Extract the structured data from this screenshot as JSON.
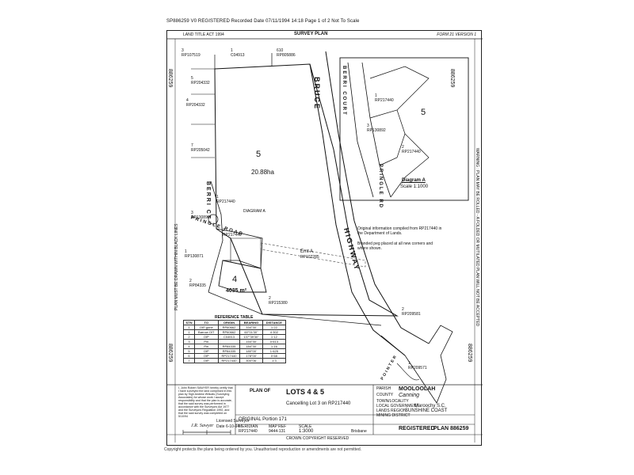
{
  "header": {
    "text": "SP886259 V0 REGISTERED Recorded Date 07/11/1994 14:18 Page 1 of 2 Not To Scale"
  },
  "sheet_top": {
    "left": "LAND TITLE ACT 1994",
    "center": "SURVEY PLAN",
    "right": "FORM 21 VERSION 1"
  },
  "side_text": {
    "left": "PLAN MUST BE DRAWN WITHIN BLACK LINES",
    "right": "WARNING : PLAN MAY BE ROLLED - A FOLDED OR MUTILATED PLAN WILL NOT BE ACCEPTED"
  },
  "grid_refs": {
    "top_right": "886259",
    "bottom_left": "886259",
    "bottom_right": "886259",
    "top_left": "886259"
  },
  "lots": {
    "main_lot": "5",
    "main_area": "20.88ha",
    "lot4": "4",
    "lot4_area": "4035 m²",
    "diagram_lot": "5"
  },
  "neighbours": {
    "rp107519": {
      "num": "3",
      "label": "RP107519"
    },
    "c04913": {
      "num": "1",
      "label": "C04913"
    },
    "rp805886": {
      "num": "610",
      "label": "RP805886"
    },
    "rp204332a": {
      "num": "5",
      "label": "RP204332"
    },
    "rp204332b": {
      "num": "4",
      "label": "RP204332"
    },
    "rp205042": {
      "num": "7",
      "label": "RP205042"
    },
    "rp217440a": {
      "num": "1",
      "label": "RP217440"
    },
    "rp130892": {
      "num": "3",
      "label": "RP130892"
    },
    "rp130871": {
      "num": "1",
      "label": "RP130871"
    },
    "rp84335": {
      "num": "2",
      "label": "RP84335"
    },
    "rp215380": {
      "num": "2",
      "label": "RP215380"
    },
    "rp217440b": {
      "num": "2",
      "label": "RP217440"
    },
    "rp209581": {
      "num": "2",
      "label": "RP209581"
    },
    "rp209571": {
      "num": "1",
      "label": "RP209571"
    },
    "diag_rp217440_1": {
      "num": "1",
      "label": "RP217440"
    },
    "diag_rp130892": {
      "num": "3",
      "label": "RP130892"
    },
    "diag_rp217440_2": {
      "num": "2",
      "label": "RP217440"
    }
  },
  "roads": {
    "bruce": "BRUCE",
    "highway": "HIGHWAY",
    "berri_ct": "BERRI CT",
    "pringle_road": "PRINGLE ROAD",
    "berri_court": "BERRI COURT",
    "pringle_rd": "PRINGLE RD",
    "pointer": "POINTER"
  },
  "easement": {
    "label": "Emt A",
    "rp": "RP102285"
  },
  "diagram": {
    "title": "Diagram A",
    "scale": "Scale 1:1000",
    "small_label": "DIAGRAM A"
  },
  "notes": {
    "original_info": "Original information compiled from RP217440 in the Department of Lands.",
    "branded": "Branded peg placed at all new corners and where shown."
  },
  "ref_table": {
    "title": "REFERENCE TABLE",
    "headers": [
      "STN",
      "TO",
      "ORIGIN",
      "BEARING",
      "DISTANCE"
    ],
    "rows": [
      [
        "1",
        "OIP gone",
        "RP60662",
        "334°30'",
        "1·22"
      ],
      [
        "1",
        "Barrow OIT",
        "RP60662",
        "60°01'30\"",
        "4·302"
      ],
      [
        "2",
        "OIP",
        "C04913",
        "137°39'30\"",
        "1·12"
      ],
      [
        "3",
        "Pin",
        "",
        "154°30'",
        "0·613"
      ],
      [
        "4",
        "Pin",
        "RP84335",
        "184°30'",
        "1·16"
      ],
      [
        "5",
        "OIP",
        "RP84335",
        "180°00'",
        "1·625"
      ],
      [
        "6",
        "OIP",
        "RP217440",
        "178°00'",
        "0·68"
      ],
      [
        "7",
        "OIP",
        "RP217440",
        "300°06'",
        "1·3"
      ]
    ]
  },
  "certificate": {
    "text": "I, John Robert SAWYER hereby certify that I have surveyed the land comprised in this plan by Sigh Andrew Willcats (Surveying Associates) for whose work I accept responsibility and that the plan is accurate, that the said survey was performed in accordance with the Surveyors Act 1977 and the Surveyors Regulation 1992, and that the said survey was completed on 5/10/94",
    "signature": "J.R. Sawyer",
    "role": "Licensed Surveyor",
    "date": "Date 6-10-94"
  },
  "title_block": {
    "plan_of": "PLAN OF",
    "lots": "LOTS 4 & 5",
    "cancelling": "Cancelling Lot 3 on RP217440",
    "parish_label": "PARISH",
    "parish": "MOOLOOLAH",
    "county_label": "COUNTY",
    "county": "Canning",
    "town_label": "TOWN/LOCALITY",
    "lga_label": "LOCAL GOVERNMENT",
    "lga": "Maroochy S.C.",
    "lands_label": "LANDS REGION",
    "lands": "SUNSHINE COAST",
    "mining_label": "MINING DISTRICT",
    "original": "ORIGINAL Portion 171",
    "meridian_label": "MERIDIAN",
    "meridian": "RP217440",
    "map_ref_label": "MAP REF",
    "map_ref": "9444-131",
    "scale_label": "SCALE",
    "scale": "1:3000",
    "registered": "REGISTERED",
    "plan_no": "PLAN 886259",
    "brisbane": "Brisbane",
    "copyright": "CROWN COPYRIGHT RESERVED"
  },
  "footer": {
    "text": "Copyright protects the plans being ordered by you. Unauthorised reproduction or amendments are not permitted."
  }
}
